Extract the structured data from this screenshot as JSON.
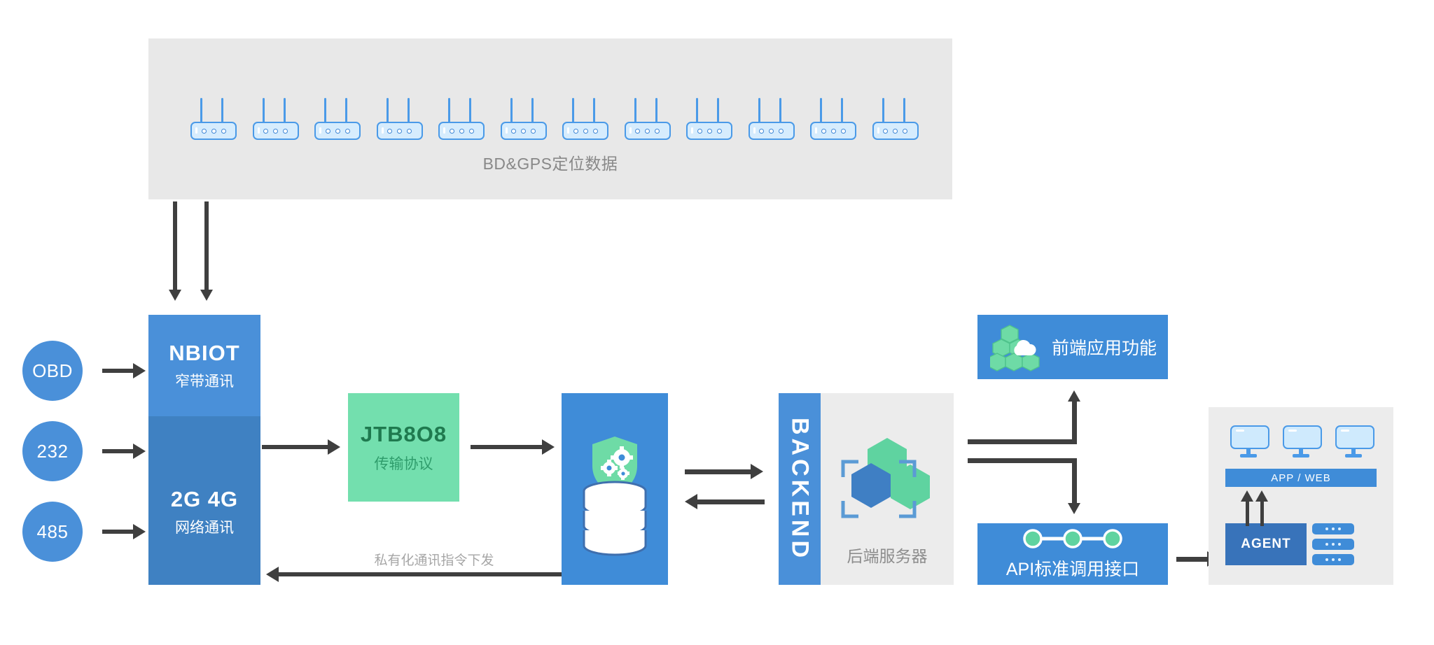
{
  "diagram": {
    "title": "IoT vehicle telematics platform architecture",
    "colors": {
      "blue": "#4a90d9",
      "blue_dark": "#3f81c2",
      "blue_mid": "#3f8cd8",
      "agent_blue": "#3873ba",
      "green": "#73dfae",
      "green_text": "#1f7a4f",
      "gray_panel": "#ececec",
      "gray_band": "#e8e8e8",
      "arrow": "#3f3f3f",
      "caption_gray": "#888888"
    }
  },
  "gps_band": {
    "caption": "BD&GPS定位数据",
    "device_count": 12,
    "device_icon": "router-icon",
    "leds_per_device": 3
  },
  "sources": [
    {
      "label": "OBD",
      "name": "obd"
    },
    {
      "label": "232",
      "name": "rs232"
    },
    {
      "label": "485",
      "name": "rs485"
    }
  ],
  "comm_module": {
    "top": {
      "title": "NBIOT",
      "subtitle": "窄带通讯"
    },
    "bottom": {
      "title": "2G  4G",
      "subtitle": "网络通讯"
    }
  },
  "protocol": {
    "title": "JTB8O8",
    "subtitle": "传输协议"
  },
  "database": {
    "icon": "database-shield-gears-icon"
  },
  "backend": {
    "bar_label": "BACKEND",
    "caption": "后端服务器",
    "icon": "hexagon-cluster-icon"
  },
  "frontend": {
    "label": "前端应用功能",
    "icon": "cubes-cloud-icon"
  },
  "api": {
    "label": "API标准调用接口",
    "icon": "node-chain-icon",
    "nodes": 3
  },
  "clients": {
    "monitor_count": 3,
    "monitor_icon": "monitor-icon",
    "app_web_label": "APP / WEB",
    "agent_label": "AGENT",
    "rack_icon": "server-rack-icon",
    "rack_units": 3
  },
  "labels": {
    "private_command": "私有化通讯指令下发"
  }
}
